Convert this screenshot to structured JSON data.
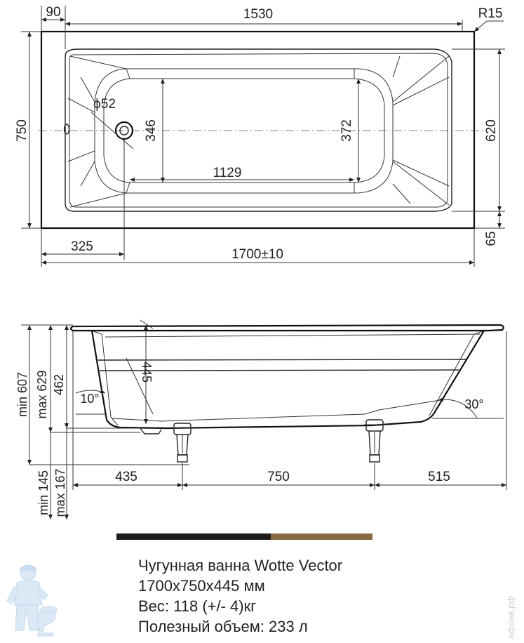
{
  "top_view": {
    "dims": {
      "rim": "90",
      "inner_length": "1530",
      "corner_radius": "R15",
      "drain_diameter": "ϕ52",
      "width_left": "346",
      "width_right": "372",
      "bottom_length": "1129",
      "total_width": "750",
      "inner_width": "620",
      "rim_bottom": "65",
      "drain_offset": "325",
      "total_length": "1700±10"
    }
  },
  "side_view": {
    "dims": {
      "min_height": "min 607",
      "max_height": "max 629",
      "body_height": "462",
      "depth": "445",
      "angle_left": "10°",
      "angle_right": "30°",
      "leg_min": "min 145",
      "leg_max": "max 167",
      "leg_offset_left": "435",
      "leg_spacing": "750",
      "leg_offset_right": "515"
    }
  },
  "colors": {
    "bar_dark": "#1f1b1a",
    "bar_bronze": "#8a6a45"
  },
  "caption": {
    "line1": "Чугунная ванна Wotte Vector",
    "line2": "1700x750x445 мм",
    "line3": "Вес: 118 (+/- 4)кг",
    "line4": "Полезный объем: 233 л"
  },
  "watermark": {
    "site": "афоня.рф"
  }
}
